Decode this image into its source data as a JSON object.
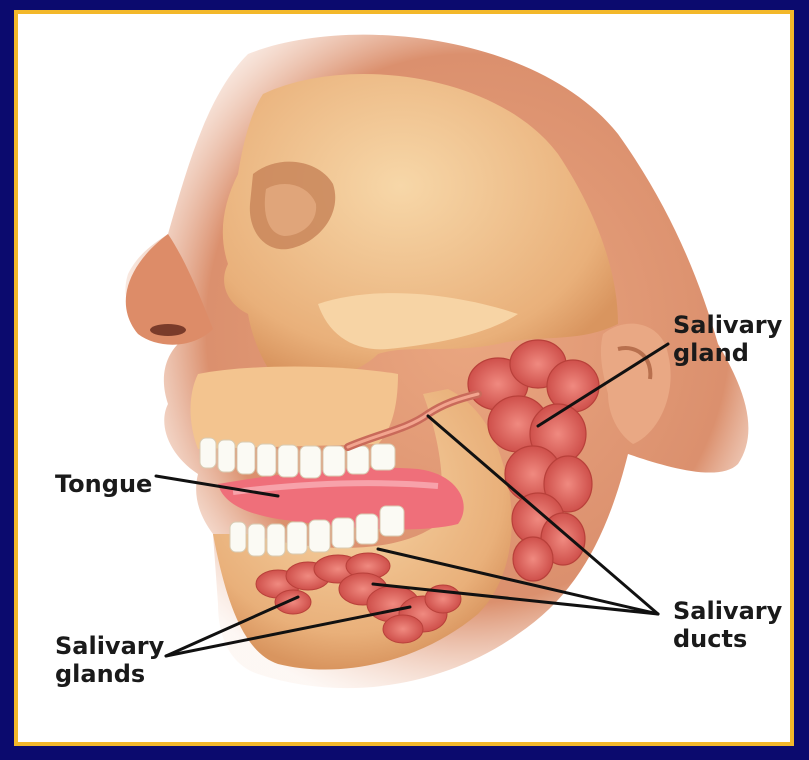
{
  "labels": {
    "salivary_gland": "Salivary\ngland",
    "tongue": "Tongue",
    "salivary_ducts": "Salivary\nducts",
    "salivary_glands": "Salivary\nglands"
  },
  "colors": {
    "background": "#0b0a6e",
    "border": "#f3b82a",
    "panel": "#ffffff",
    "skin": "#e7a079",
    "bone": "#f3c894",
    "gland": "#d9534e",
    "tongue": "#ef6f7a",
    "leader_line": "#111111"
  }
}
